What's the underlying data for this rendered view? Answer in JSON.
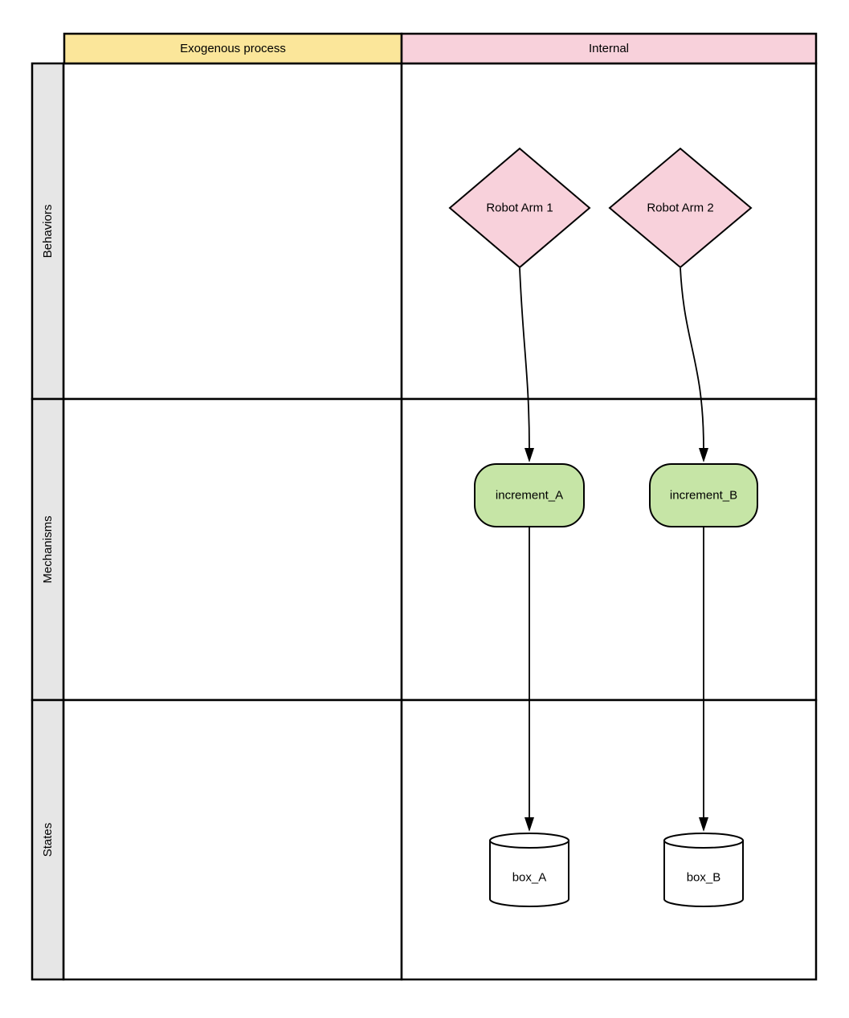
{
  "diagram": {
    "type": "swimlane-flowchart",
    "columns": [
      {
        "id": "exogenous",
        "label": "Exogenous process"
      },
      {
        "id": "internal",
        "label": "Internal"
      }
    ],
    "rows": [
      {
        "id": "behaviors",
        "label": "Behaviors"
      },
      {
        "id": "mechanisms",
        "label": "Mechanisms"
      },
      {
        "id": "states",
        "label": "States"
      }
    ],
    "nodes": [
      {
        "id": "robot-arm-1",
        "label": "Robot Arm 1",
        "shape": "diamond",
        "row": "Behaviors",
        "column": "Internal"
      },
      {
        "id": "robot-arm-2",
        "label": "Robot Arm 2",
        "shape": "diamond",
        "row": "Behaviors",
        "column": "Internal"
      },
      {
        "id": "increment-a",
        "label": "increment_A",
        "shape": "rounded-process",
        "row": "Mechanisms",
        "column": "Internal"
      },
      {
        "id": "increment-b",
        "label": "increment_B",
        "shape": "rounded-process",
        "row": "Mechanisms",
        "column": "Internal"
      },
      {
        "id": "box-a",
        "label": "box_A",
        "shape": "cylinder",
        "row": "States",
        "column": "Internal"
      },
      {
        "id": "box-b",
        "label": "box_B",
        "shape": "cylinder",
        "row": "States",
        "column": "Internal"
      }
    ],
    "edges": [
      {
        "from": "robot-arm-1",
        "to": "increment-a",
        "style": "curved-arrow"
      },
      {
        "from": "robot-arm-2",
        "to": "increment-b",
        "style": "curved-arrow"
      },
      {
        "from": "increment-a",
        "to": "box-a",
        "style": "straight-arrow"
      },
      {
        "from": "increment-b",
        "to": "box-b",
        "style": "straight-arrow"
      }
    ],
    "colors": {
      "header_yellow": "#FBE69A",
      "header_pink": "#F8D1DB",
      "row_label_gray": "#E6E6E6",
      "node_pink": "#F8D1DB",
      "node_green": "#C6E5A6",
      "node_white": "#FFFFFF",
      "border": "#000000",
      "background": "#FFFFFF"
    }
  }
}
